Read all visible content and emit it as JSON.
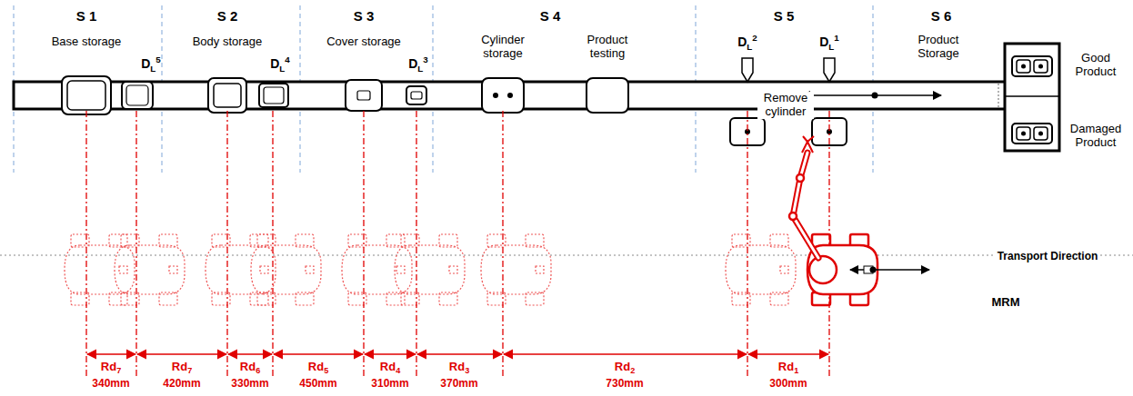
{
  "diagram": {
    "labels": [
      "S 1",
      "S 2",
      "S 3",
      "S 4",
      "S 5",
      "S 6",
      "Base storage",
      "Body storage",
      "Cover storage",
      "Cylinder storage",
      "Product testing",
      "Remove cylinder",
      "Product Storage",
      "Good Product",
      "Damaged Product",
      "Transport Direction",
      "MRM",
      "DL5",
      "DL4",
      "DL3",
      "DL2",
      "DL1",
      "Rd7",
      "340mm",
      "Rd7",
      "420mm",
      "Rd6",
      "330mm",
      "Rd5",
      "450mm",
      "Rd4",
      "310mm",
      "Rd3",
      "370mm",
      "Rd2",
      "730mm",
      "Rd1",
      "300mm"
    ]
  }
}
